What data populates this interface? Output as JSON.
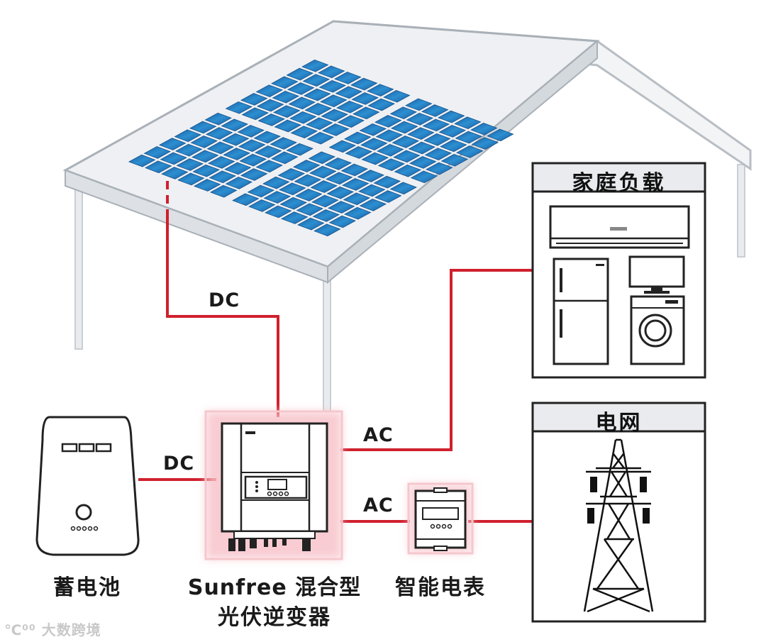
{
  "labels": {
    "dc_top": "DC",
    "dc_left": "DC",
    "ac_top": "AC",
    "ac_bottom": "AC"
  },
  "boxes": {
    "home_load": "家庭负载",
    "grid": "电网"
  },
  "devices": {
    "battery": "蓄电池",
    "inverter_line1": "Sunfree 混合型",
    "inverter_line2": "光伏逆变器",
    "meter": "智能电表"
  },
  "watermark": "大数跨境",
  "colors": {
    "wire": "#d0202e",
    "panel": "#1d6fb0",
    "roof": "#eef0f3",
    "glow": "#f6b8c0"
  }
}
